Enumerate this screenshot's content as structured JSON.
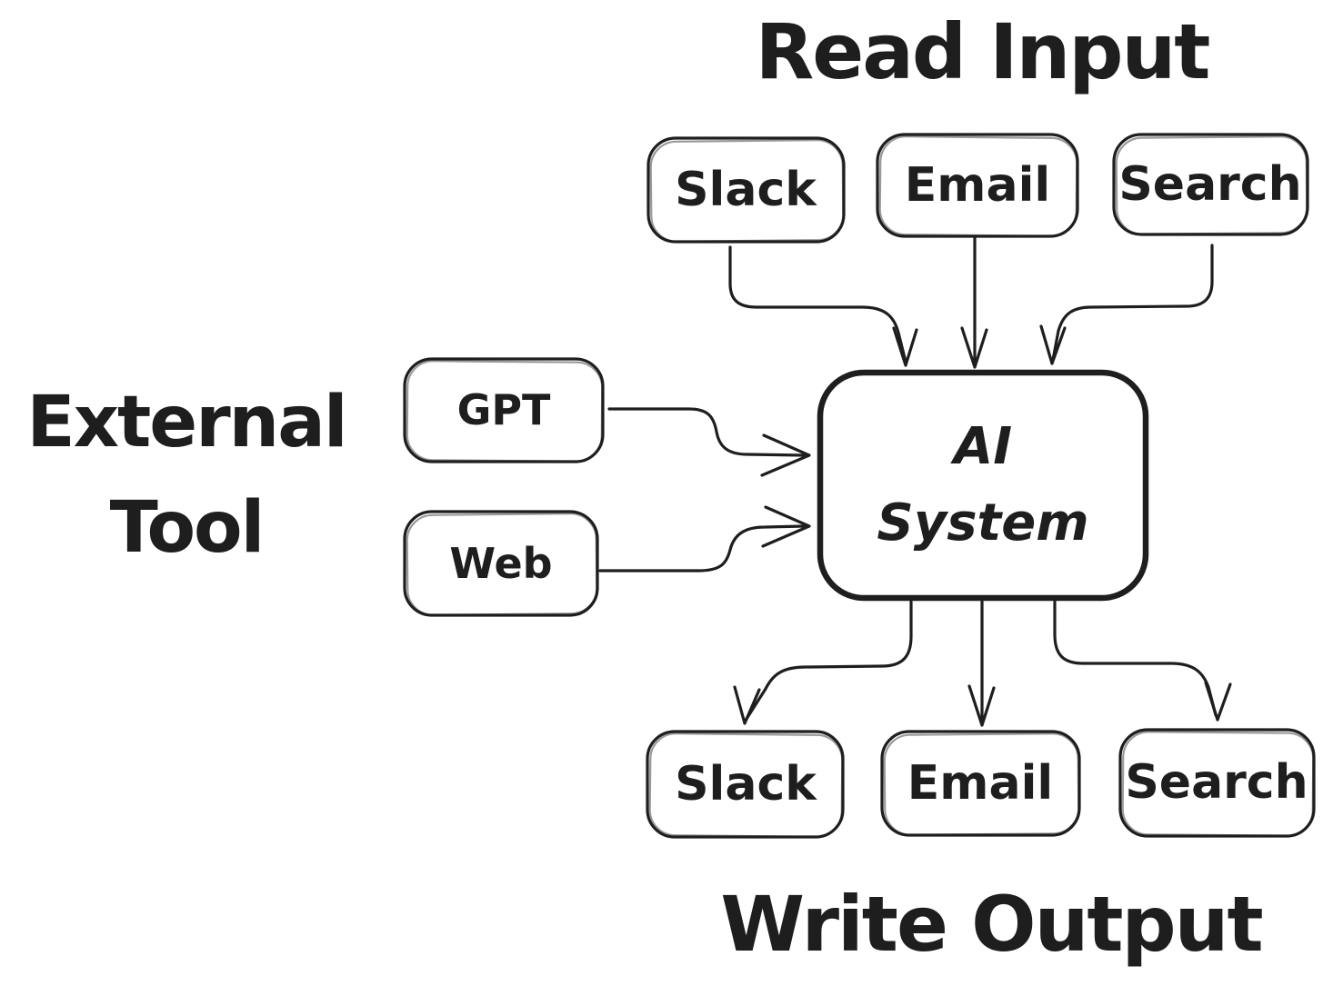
{
  "diagram": {
    "background": "#ffffff",
    "ink_color": "#1e1e1e",
    "titles": {
      "read_input": "Read Input",
      "write_output": "Write Output",
      "external_tool": {
        "line1": "External",
        "line2": "Tool"
      }
    },
    "center_node": {
      "line1": "AI",
      "line2": "System"
    },
    "input_nodes": [
      "Slack",
      "Email",
      "Search"
    ],
    "external_nodes": [
      "GPT",
      "Web"
    ],
    "output_nodes": [
      "Slack",
      "Email",
      "Search"
    ]
  }
}
